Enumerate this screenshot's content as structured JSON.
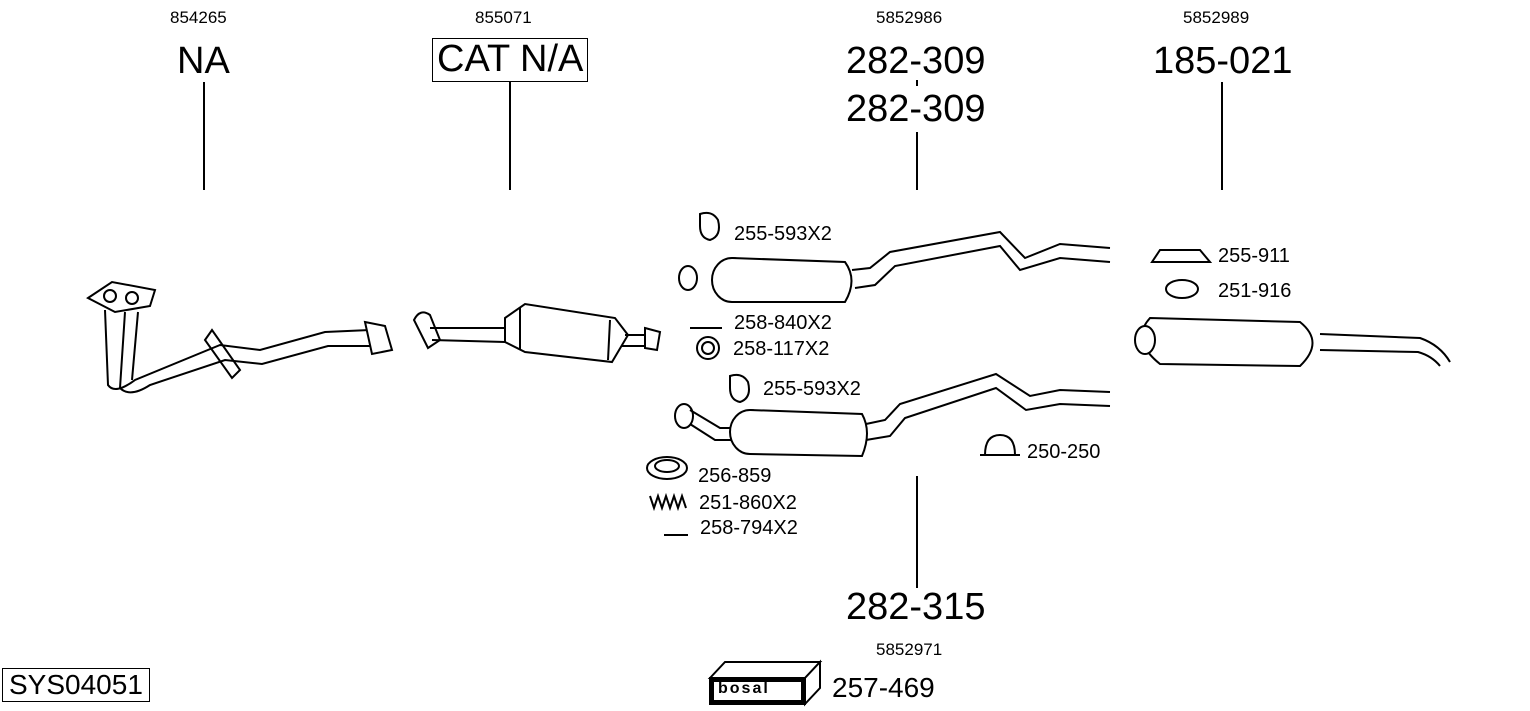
{
  "columns": [
    {
      "ref": "854265",
      "part": "NA"
    },
    {
      "ref": "855071",
      "part": "CAT N/A"
    },
    {
      "ref": "5852986",
      "part": "282-309",
      "part2": "282-309"
    },
    {
      "ref": "5852989",
      "part": "185-021"
    }
  ],
  "bottom_group": {
    "ref": "5852971",
    "part": "282-315"
  },
  "accessories": [
    "255-593X2",
    "258-840X2",
    "258-117X2",
    "255-593X2",
    "256-859",
    "251-860X2",
    "258-794X2",
    "250-250",
    "255-911",
    "251-916"
  ],
  "system_id": "SYS04051",
  "brand": {
    "logo": "bosal",
    "part": "257-469"
  }
}
